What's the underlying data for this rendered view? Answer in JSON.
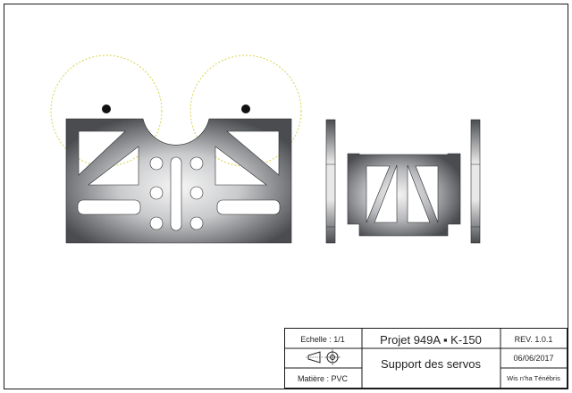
{
  "title_block": {
    "scale_label": "Echelle : 1/1",
    "project": "Projet 949A ▪ K-150",
    "revision": "REV. 1.0.1",
    "part_name": "Support des servos",
    "date": "06/06/2017",
    "material_label": "Matière : PVC",
    "author": "Wis n'ha Ténébris"
  },
  "colors": {
    "border": "#1a1a1a",
    "part_dark": "#4a4c50",
    "part_light": "#f4f4f4",
    "servo_circle": "#d8d44a"
  }
}
